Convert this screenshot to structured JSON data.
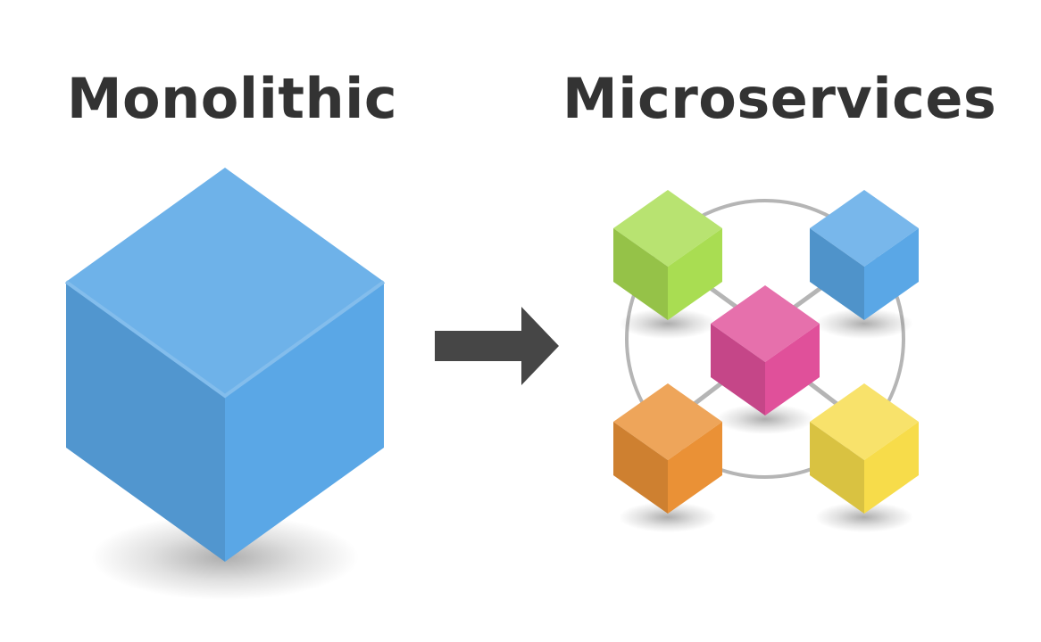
{
  "headings": {
    "left": "Monolithic",
    "right": "Microservices"
  },
  "monolith": {
    "color": "#5aa7e6"
  },
  "transition": {
    "icon": "arrow-right-icon",
    "color": "#464646"
  },
  "services": [
    {
      "name": "green-service",
      "color": "#a9dd52"
    },
    {
      "name": "blue-service",
      "color": "#5aa7e6"
    },
    {
      "name": "pink-service",
      "color": "#e0509a"
    },
    {
      "name": "orange-service",
      "color": "#ea9136"
    },
    {
      "name": "yellow-service",
      "color": "#f7dc4a"
    }
  ],
  "connections": {
    "color": "#b5b5b5"
  }
}
